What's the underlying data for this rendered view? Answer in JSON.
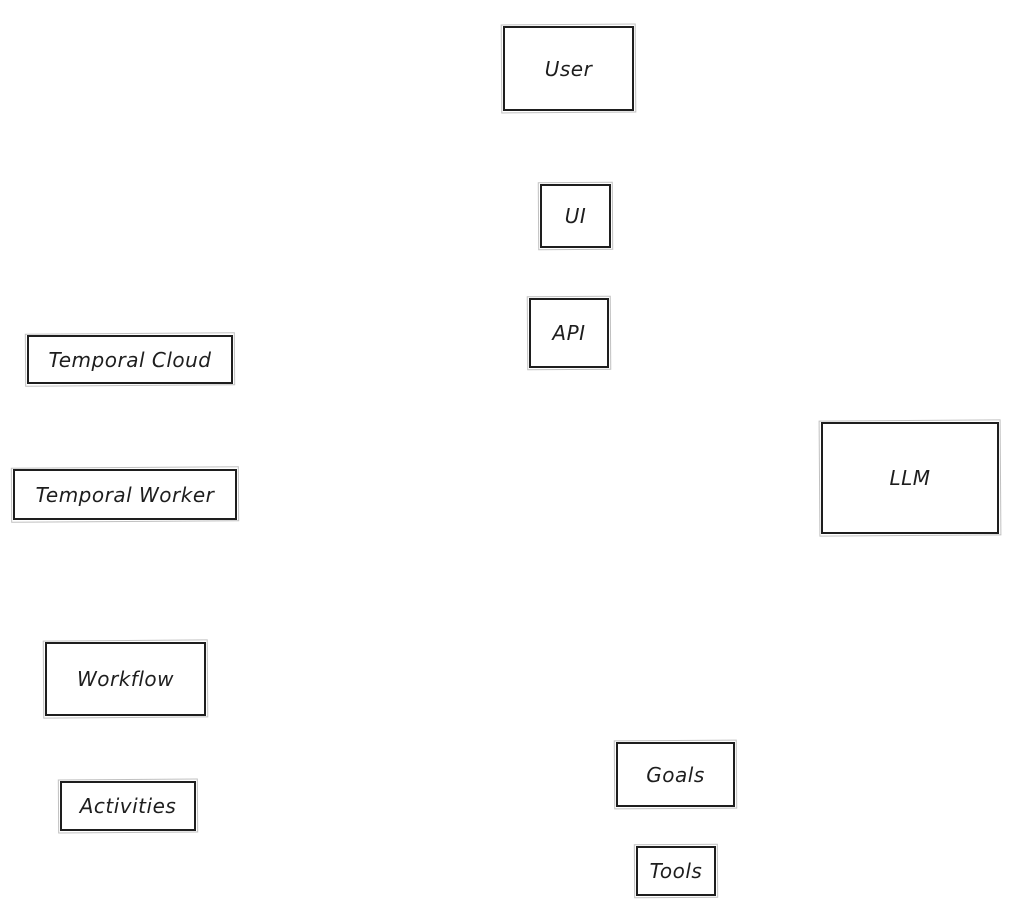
{
  "diagram": {
    "nodes": {
      "user": "User",
      "ui": "UI",
      "api": "API",
      "llm": "LLM",
      "temporal_cloud": "Temporal Cloud",
      "temporal_worker": "Temporal Worker",
      "workflow": "Workflow",
      "activities": "Activities",
      "goals": "Goals",
      "tools": "Tools"
    },
    "colors": {
      "stroke": "#1e1e1e",
      "background": "#ffffff"
    }
  }
}
